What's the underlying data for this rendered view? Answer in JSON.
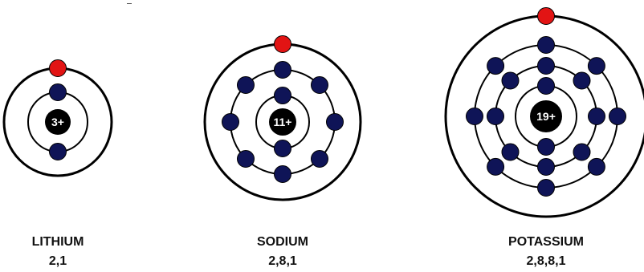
{
  "colors": {
    "shell": "#000000",
    "nucleus": "#000000",
    "electron": "#0f1457",
    "valence_electron": "#e21414"
  },
  "atoms": [
    {
      "id": "lithium",
      "name": "LITHIUM",
      "configuration": "2,1",
      "nucleus_label": "3+",
      "shells": [
        2,
        1
      ]
    },
    {
      "id": "sodium",
      "name": "SODIUM",
      "configuration": "2,8,1",
      "nucleus_label": "11+",
      "shells": [
        2,
        8,
        1
      ]
    },
    {
      "id": "potassium",
      "name": "POTASSIUM",
      "configuration": "2,8,8,1",
      "nucleus_label": "19+",
      "shells": [
        2,
        8,
        8,
        1
      ]
    }
  ]
}
